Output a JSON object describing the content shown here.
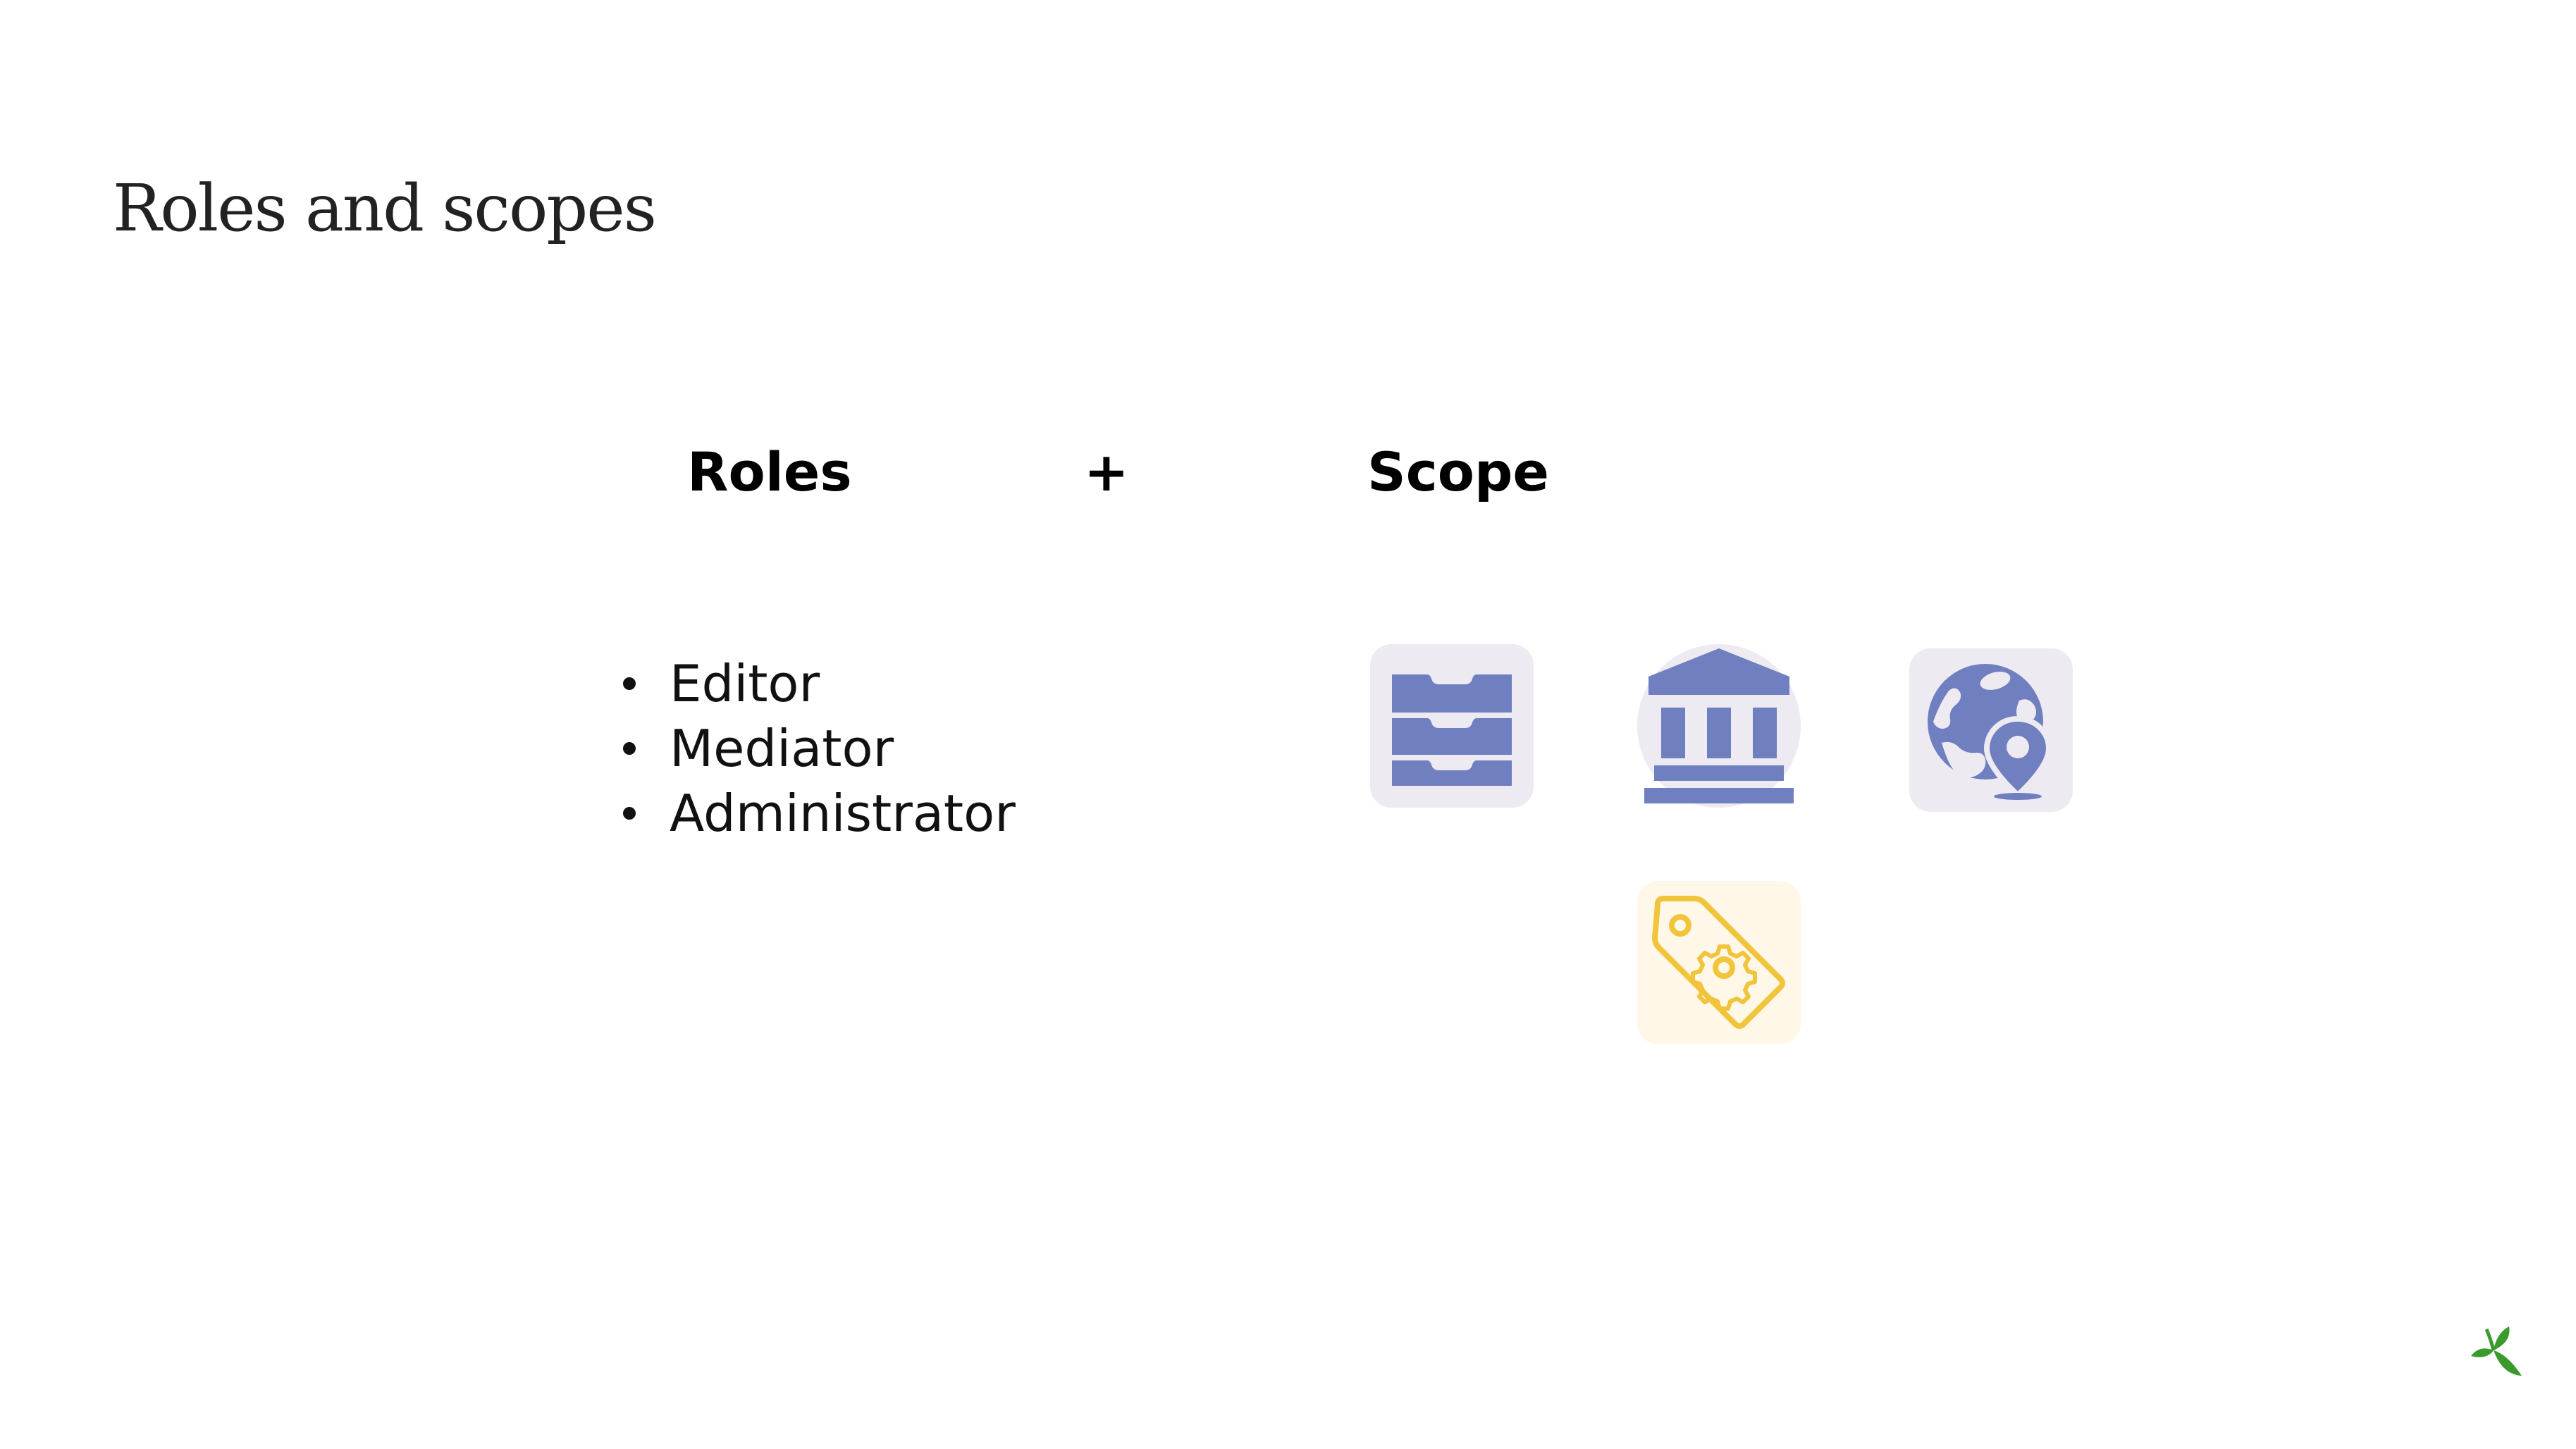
{
  "slide": {
    "title": "Roles and scopes"
  },
  "headings": {
    "roles": "Roles",
    "plus": "+",
    "scope": "Scope"
  },
  "roles": [
    "Editor",
    "Mediator",
    "Administrator"
  ],
  "scope_icons": [
    {
      "name": "drawers-icon",
      "color": "#6f7fbf"
    },
    {
      "name": "institution-icon",
      "color": "#6f7fbf"
    },
    {
      "name": "globe-location-icon",
      "color": "#6f7fbf"
    },
    {
      "name": "tag-gear-icon",
      "color": "#f2c43c"
    }
  ],
  "colors": {
    "icon_blue": "#6f7fbf",
    "icon_tile_bg": "#eeeaf2",
    "tag_yellow": "#f2c43c",
    "tag_tile_bg": "#fff8e8",
    "logo_green": "#3a9a2c"
  }
}
